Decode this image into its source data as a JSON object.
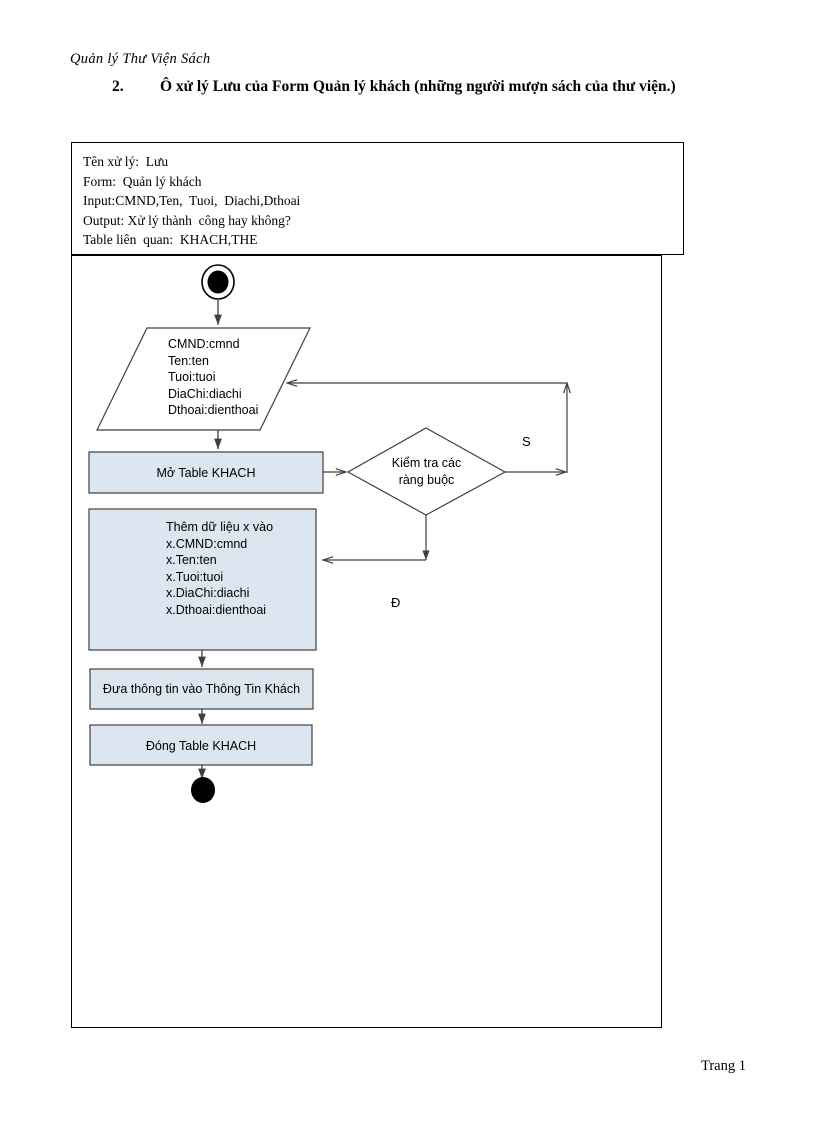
{
  "page": {
    "running_header": "Quản lý Thư Viện Sách",
    "section_number": "2.",
    "section_title": "Ô xử lý Lưu của Form Quản lý khách (những người mượn sách của thư viện.)",
    "footer": "Trang 1"
  },
  "info_box": {
    "lines": [
      "Tên xử lý:  Lưu",
      "Form:  Quản lý khách",
      "Input:CMND,Ten,  Tuoi,  Diachi,Dthoai",
      "Output: Xử lý thành  công hay không?",
      "Table liên  quan:  KHACH,THE"
    ],
    "text": "Tên xử lý:  Lưu\nForm:  Quản lý khách\nInput:CMND,Ten,  Tuoi,  Diachi,Dthoai\nOutput: Xử lý thành  công hay không?\nTable liên  quan:  KHACH,THE"
  },
  "flowchart": {
    "colors": {
      "process_fill": "#dce6f1",
      "stroke": "#3f3f3f",
      "terminal_fill": "#000000"
    },
    "nodes": {
      "start": {
        "type": "start-terminal",
        "label": ""
      },
      "input": {
        "type": "parallelogram",
        "text": "CMND:cmnd\nTen:ten\nTuoi:tuoi\nDiaChi:diachi\nDthoai:dienthoai",
        "lines": [
          "CMND:cmnd",
          "Ten:ten",
          "Tuoi:tuoi",
          "DiaChi:diachi",
          "Dthoai:dienthoai"
        ]
      },
      "open_table": {
        "type": "process",
        "text": "Mở Table KHACH"
      },
      "decision": {
        "type": "decision",
        "text": "Kiểm tra các\nràng buộc",
        "lines": [
          "Kiểm tra các",
          "ràng buộc"
        ]
      },
      "add_data": {
        "type": "process",
        "text": "Thêm dữ liệu x vào\nx.CMND:cmnd\nx.Ten:ten\nx.Tuoi:tuoi\nx.DiaChi:diachi\nx.Dthoai:dienthoai",
        "lines": [
          "Thêm dữ liệu x vào",
          "x.CMND:cmnd",
          "x.Ten:ten",
          "x.Tuoi:tuoi",
          "x.DiaChi:diachi",
          "x.Dthoai:dienthoai"
        ]
      },
      "show_info": {
        "type": "process",
        "text": "Đưa thông tin vào Thông Tin Khách"
      },
      "close_table": {
        "type": "process",
        "text": "Đóng Table KHACH"
      },
      "end": {
        "type": "end-terminal",
        "label": ""
      }
    },
    "branch_labels": {
      "no": "S",
      "yes": "Đ"
    }
  }
}
